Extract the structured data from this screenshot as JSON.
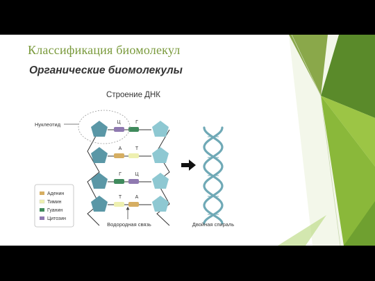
{
  "slide": {
    "title": "Классификация  биомолекул",
    "subtitle": "Органические биомолекулы"
  },
  "figure": {
    "heading": "Строение ДНК",
    "nucleotide_label": "Нуклеотид",
    "pairs": [
      {
        "left": "Ц",
        "right": "Г"
      },
      {
        "left": "А",
        "right": "Т"
      },
      {
        "left": "Г",
        "right": "Ц"
      },
      {
        "left": "Т",
        "right": "А"
      }
    ],
    "hydrogen_bond_label": "Водородная связь",
    "double_helix_label": "Двойная спираль",
    "legend": [
      {
        "label": "Аденин",
        "color": "#d6ae62"
      },
      {
        "label": "Тимин",
        "color": "#eef0b0"
      },
      {
        "label": "Гуанин",
        "color": "#3f8a5c"
      },
      {
        "label": "Цитозин",
        "color": "#8f79b0"
      }
    ],
    "colors": {
      "sugar_dark": "#5a97a6",
      "sugar_light": "#8ec8d2",
      "helix": "#6fa9b6",
      "accent": "#7a9a3c"
    }
  }
}
